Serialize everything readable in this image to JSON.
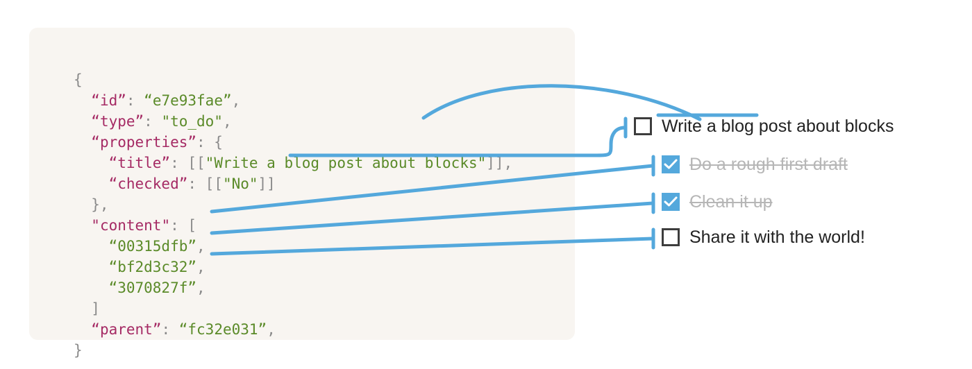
{
  "panel": {
    "background_color": "#f8f5f1",
    "code_lines": [
      [
        {
          "t": "{",
          "c": "p"
        }
      ],
      [
        {
          "t": "  ",
          "c": "p"
        },
        {
          "t": "“id”",
          "c": "k"
        },
        {
          "t": ": ",
          "c": "p"
        },
        {
          "t": "“e7e93fae”",
          "c": "v"
        },
        {
          "t": ",",
          "c": "p"
        }
      ],
      [
        {
          "t": "  ",
          "c": "p"
        },
        {
          "t": "“type”",
          "c": "k"
        },
        {
          "t": ": ",
          "c": "p"
        },
        {
          "t": "\"to_do\"",
          "c": "v"
        },
        {
          "t": ",",
          "c": "p"
        }
      ],
      [
        {
          "t": "  ",
          "c": "p"
        },
        {
          "t": "“properties”",
          "c": "k"
        },
        {
          "t": ": {",
          "c": "p"
        }
      ],
      [
        {
          "t": "    ",
          "c": "p"
        },
        {
          "t": "“title”",
          "c": "k"
        },
        {
          "t": ": [[",
          "c": "p"
        },
        {
          "t": "\"Write a blog post about blocks\"",
          "c": "v"
        },
        {
          "t": "]],",
          "c": "p"
        }
      ],
      [
        {
          "t": "    ",
          "c": "p"
        },
        {
          "t": "“checked”",
          "c": "k"
        },
        {
          "t": ": [[",
          "c": "p"
        },
        {
          "t": "\"No\"",
          "c": "v"
        },
        {
          "t": "]]",
          "c": "p"
        }
      ],
      [
        {
          "t": "  },",
          "c": "p"
        }
      ],
      [
        {
          "t": "  ",
          "c": "p"
        },
        {
          "t": "\"content\"",
          "c": "k"
        },
        {
          "t": ": [",
          "c": "p"
        }
      ],
      [
        {
          "t": "    ",
          "c": "p"
        },
        {
          "t": "“00315dfb”",
          "c": "v"
        },
        {
          "t": ",",
          "c": "p"
        }
      ],
      [
        {
          "t": "    ",
          "c": "p"
        },
        {
          "t": "“bf2d3c32”",
          "c": "v"
        },
        {
          "t": ",",
          "c": "p"
        }
      ],
      [
        {
          "t": "    ",
          "c": "p"
        },
        {
          "t": "“3070827f”",
          "c": "v"
        },
        {
          "t": ",",
          "c": "p"
        }
      ],
      [
        {
          "t": "  ]",
          "c": "p"
        }
      ],
      [
        {
          "t": "  ",
          "c": "p"
        },
        {
          "t": "“parent”",
          "c": "k"
        },
        {
          "t": ": ",
          "c": "p"
        },
        {
          "t": "“fc32e031”",
          "c": "v"
        },
        {
          "t": ",",
          "c": "p"
        }
      ],
      [
        {
          "t": "}",
          "c": "p"
        }
      ]
    ]
  },
  "checklist": {
    "items": [
      {
        "label": "Write a blog post about blocks",
        "checked": false,
        "done": false
      },
      {
        "label": "Do a rough first draft",
        "checked": true,
        "done": true
      },
      {
        "label": "Clean it up",
        "checked": true,
        "done": true
      },
      {
        "label": "Share it with the world!",
        "checked": false,
        "done": false
      }
    ]
  },
  "colors": {
    "accent": "#54a8dc",
    "key": "#a52a64",
    "value": "#5a8a28",
    "punctuation": "#8a8a8a",
    "checkbox_border": "#3d3d3d",
    "done_text": "#b6b6b6",
    "text": "#222222"
  },
  "connectors": {
    "title_curve": "title value arcs over to underline above first item label",
    "checked_curve": "checked value S-curves into first checkbox tick",
    "content_lines": [
      "00315dfb to item 2",
      "bf2d3c32 to item 3",
      "3070827f to item 4"
    ]
  }
}
